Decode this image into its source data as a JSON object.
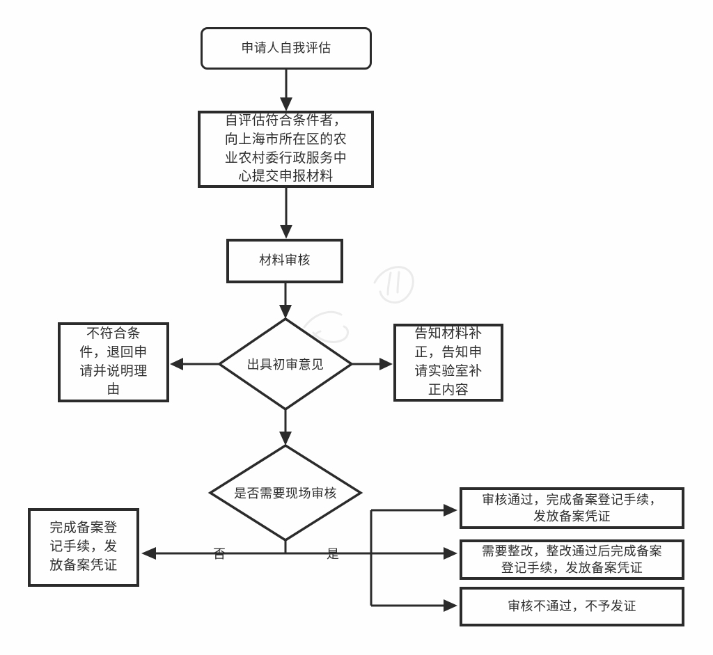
{
  "diagram": {
    "background_color": "#fefefe",
    "stroke_color": "#2b2b2b",
    "watermark_color": "#ebebeb",
    "nodes": {
      "start": {
        "shape": "rounded-rect",
        "label": "申请人自我评估"
      },
      "submit": {
        "shape": "rect",
        "label": "自评估符合条件者，向上海市所在区的农业农村委行政服务中心提交申报材料"
      },
      "review": {
        "shape": "rect",
        "label": "材料审核"
      },
      "initial_opinion": {
        "shape": "diamond",
        "label": "出具初审意见"
      },
      "reject": {
        "shape": "rect",
        "label": "不符合条件，退回申请并说明理由"
      },
      "supplement": {
        "shape": "rect",
        "label": "告知材料补正，告知申请实验室补正内容"
      },
      "onsite_decision": {
        "shape": "diamond",
        "label": "是否需要现场审核"
      },
      "complete": {
        "shape": "rect",
        "label": "完成备案登记手续，发放备案凭证"
      },
      "pass": {
        "shape": "rect",
        "label": "审核通过，完成备案登记手续，发放备案凭证"
      },
      "rectify": {
        "shape": "rect",
        "label": "需要整改，整改通过后完成备案登记手续，发放备案凭证"
      },
      "fail": {
        "shape": "rect",
        "label": "审核不通过，不予发证"
      }
    },
    "edge_labels": {
      "no": "否",
      "yes": "是"
    }
  }
}
